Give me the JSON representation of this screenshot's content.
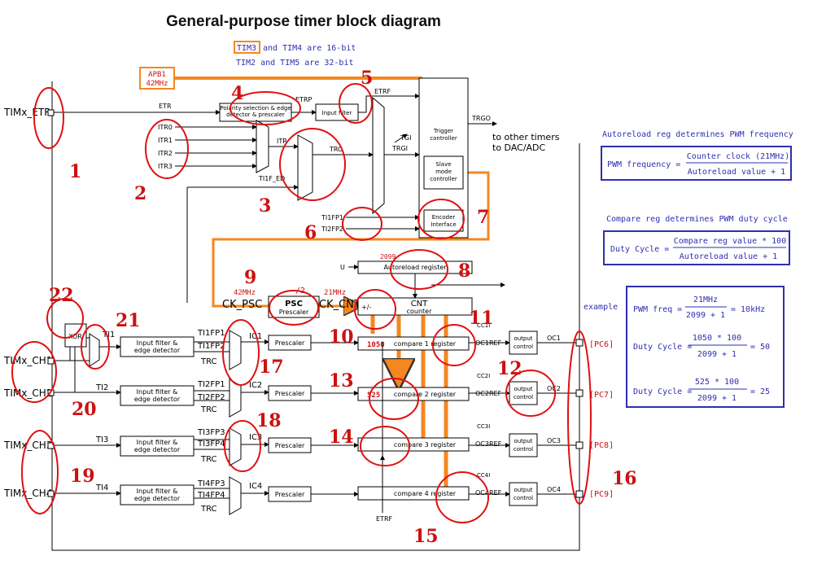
{
  "title": "General-purpose timer block diagram",
  "notes": {
    "tim3": "TIM3",
    "tim3_rest": "and TIM4 are 16-bit",
    "tim25": "TIM2 and TIM5 are 32-bit",
    "apb1_l1": "APB1",
    "apb1_l2": "42MHz"
  },
  "inputs": {
    "etr": "TIMx_ETR",
    "ch1": "TIMx_CH1",
    "ch2": "TIMx_CH2",
    "ch3": "TIMx_CH3",
    "ch4": "TIMx_CH4"
  },
  "blocks": {
    "polarity": "Polarity selection & edge detector & prescaler",
    "input_filter": "Input filter",
    "trigger_l1": "Trigger",
    "trigger_l2": "controller",
    "slave_l1": "Slave",
    "slave_l2": "mode",
    "slave_l3": "controller",
    "encoder_l1": "Encoder",
    "encoder_l2": "Interface",
    "autoreload": "Autoreload register",
    "psc": "PSC",
    "psc_sub": "Prescaler",
    "psc_div": "/2",
    "cnt": "CNT",
    "cnt_sub": "counter",
    "cnt_pm": "+/-",
    "if_l1": "Input filter &",
    "if_l2": "edge detector",
    "prescaler": "Prescaler",
    "cmp1": "compare 1 register",
    "cmp2": "compare 2 register",
    "cmp3": "compare 3 register",
    "cmp4": "compare 4 register",
    "out_l1": "output",
    "out_l2": "control",
    "xor": "XOR"
  },
  "signals": {
    "etr": "ETR",
    "etrp": "ETRP",
    "etrf": "ETRF",
    "itr0": "ITR0",
    "itr1": "ITR1",
    "itr2": "ITR2",
    "itr3": "ITR3",
    "itr": "ITR",
    "trc": "TRC",
    "tgi": "TGI",
    "trgi": "TRGI",
    "trgo": "TRGO",
    "ti1f_ed": "TI1F_ED",
    "ti1fp1": "TI1FP1",
    "ti2fp2": "TI2FP2",
    "u": "U",
    "ti1": "TI1",
    "ti2": "TI2",
    "ti3": "TI3",
    "ti4": "TI4",
    "ch_ti1fp1": "TI1FP1",
    "ch_ti1fp2": "TI1FP2",
    "ch_ti2fp1": "TI2FP1",
    "ch_ti2fp2": "TI2FP2",
    "ch_ti3fp3": "TI3FP3",
    "ch_ti3fp4": "TI3FP4",
    "ch_ti4fp3": "TI4FP3",
    "ch_ti4fp4": "TI4FP4",
    "ic1": "IC1",
    "ic2": "IC2",
    "ic3": "IC3",
    "ic4": "IC4",
    "cc1i": "CC1I",
    "cc2i": "CC2I",
    "cc3i": "CC3I",
    "cc4i": "CC4I",
    "oc1ref": "OC1REF",
    "oc2ref": "OC2REF",
    "oc3ref": "OC3REF",
    "oc4ref": "OC4REF",
    "oc1": "OC1",
    "oc2": "OC2",
    "oc3": "OC3",
    "oc4": "OC4",
    "ck_psc": "CK_PSC",
    "ck_cnt": "CK_CNT",
    "ck_psc_freq": "42MHz",
    "ck_cnt_freq": "21MHz",
    "etrf_bottom": "ETRF",
    "other_timers_l1": "to other timers",
    "other_timers_l2": "to DAC/ADC"
  },
  "values": {
    "arr": "2099",
    "cmp1": "1050",
    "cmp2": "525"
  },
  "pins": {
    "pc6": "[PC6]",
    "pc7": "[PC7]",
    "pc8": "[PC8]",
    "pc9": "[PC9]",
    "example": "example"
  },
  "formulas": {
    "freq_title": "Autoreload reg determines PWM frequency",
    "freq_lhs": "PWM frequency  =",
    "freq_num": "Counter clock (21MHz)",
    "freq_den": "Autoreload value + 1",
    "duty_title": "Compare reg determines PWM duty cycle",
    "duty_lhs": "Duty Cycle =",
    "duty_num": "Compare reg value * 100",
    "duty_den": "Autoreload value + 1",
    "ex_freq_lhs": "PWM freq =",
    "ex_freq_num": "21MHz",
    "ex_freq_den": "2099 + 1",
    "ex_freq_res": "= 10kHz",
    "ex_duty1_lhs": "Duty Cycle =",
    "ex_duty1_num": "1050 * 100",
    "ex_duty1_den": "2099 + 1",
    "ex_duty1_res": "= 50",
    "ex_duty2_lhs": "Duty Cycle =",
    "ex_duty2_num": "525 * 100",
    "ex_duty2_den": "2099 + 1",
    "ex_duty2_res": "= 25"
  },
  "annotations": [
    "1",
    "2",
    "3",
    "4",
    "5",
    "6",
    "7",
    "8",
    "9",
    "10",
    "11",
    "12",
    "13",
    "14",
    "15",
    "16",
    "17",
    "18",
    "19",
    "20",
    "21",
    "22"
  ],
  "colors": {
    "annotation": "#e01010",
    "highlight": "#f5871f",
    "formula": "#2f2fb0"
  }
}
